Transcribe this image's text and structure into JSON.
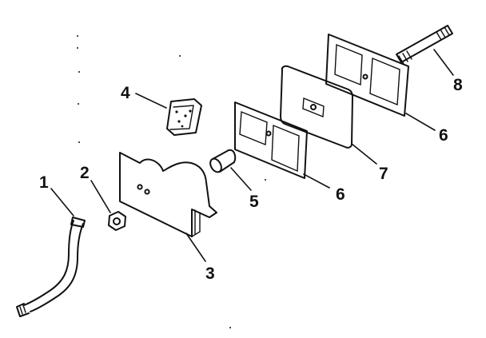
{
  "callouts": {
    "c1": "1",
    "c2": "2",
    "c3": "3",
    "c4": "4",
    "c5": "5",
    "c6a": "6",
    "c6b": "6",
    "c7": "7",
    "c8": "8"
  },
  "colors": {
    "background": "#ffffff",
    "ink": "#111111"
  }
}
